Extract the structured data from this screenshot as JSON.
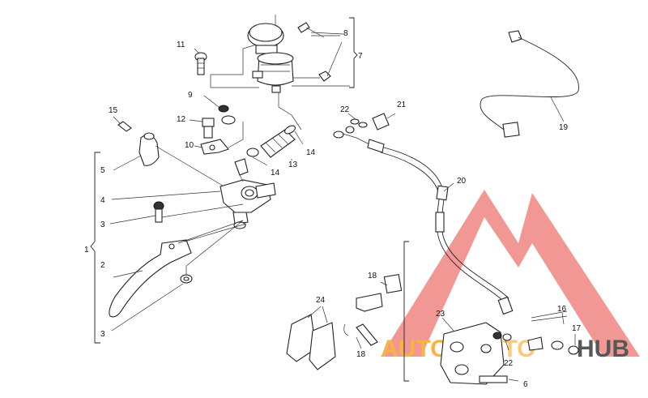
{
  "callouts": {
    "c1": "1",
    "c2": "2",
    "c3a": "3",
    "c3b": "3",
    "c4": "4",
    "c5": "5",
    "c6": "6",
    "c7": "7",
    "c8": "8",
    "c9": "9",
    "c10": "10",
    "c11": "11",
    "c12": "12",
    "c13": "13",
    "c14a": "14",
    "c14b": "14",
    "c15": "15",
    "c16": "16",
    "c17": "17",
    "c18a": "18",
    "c18b": "18",
    "c19": "19",
    "c20": "20",
    "c21": "21",
    "c22a": "22",
    "c22b": "22",
    "c23": "23",
    "c24": "24"
  },
  "watermark": {
    "word_left": "AUTO",
    "word_mid": "MOTO",
    "word_right": "HUB",
    "color_red": "#e2231a",
    "color_orange": "#f6a623",
    "color_grey": "#3a3a3a"
  }
}
